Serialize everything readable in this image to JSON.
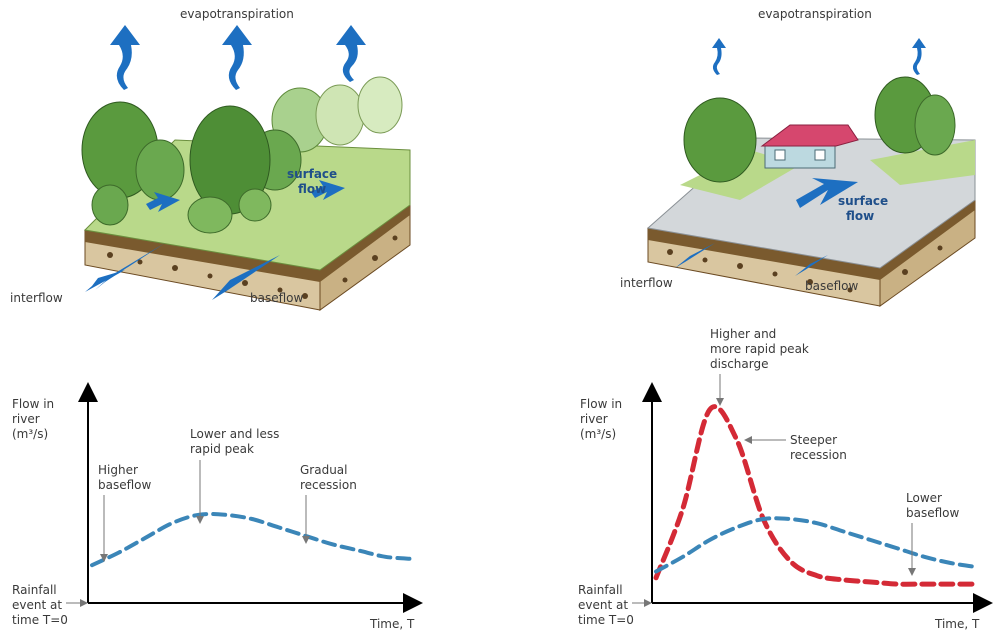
{
  "colors": {
    "water_arrow": "#1d6fc1",
    "tree_dark": "#3d7a2e",
    "tree_mid": "#6aa84f",
    "tree_light": "#a9d18e",
    "grass": "#b9d98a",
    "soil_top": "#7a5a2e",
    "soil_layer": "#d9c6a0",
    "paved": "#d3d7da",
    "roof": "#d6476e",
    "forest_curve": "#3b86b8",
    "urban_curve": "#d42a36",
    "axis": "#000000"
  },
  "top_left": {
    "evapo_label": "evapotranspiration",
    "surface_label_1": "surface",
    "surface_label_2": "flow",
    "interflow_label": "interflow",
    "baseflow_label": "baseflow"
  },
  "top_right": {
    "evapo_label": "evapotranspiration",
    "surface_label_1": "surface",
    "surface_label_2": "flow",
    "interflow_label": "interflow",
    "baseflow_label": "baseflow"
  },
  "chart_left": {
    "y_label_1": "Flow in",
    "y_label_2": "river",
    "y_label_3": "(m³/s)",
    "x_label": "Time, T",
    "origin_label_1": "Rainfall",
    "origin_label_2": "event at",
    "origin_label_3": "time T=0",
    "ann_baseflow_1": "Higher",
    "ann_baseflow_2": "baseflow",
    "ann_peak_1": "Lower and less",
    "ann_peak_2": "rapid peak",
    "ann_recession_1": "Gradual",
    "ann_recession_2": "recession"
  },
  "chart_right": {
    "y_label_1": "Flow in",
    "y_label_2": "river",
    "y_label_3": "(m³/s)",
    "x_label": "Time, T",
    "origin_label_1": "Rainfall",
    "origin_label_2": "event at",
    "origin_label_3": "time T=0",
    "ann_peak_1": "Higher and",
    "ann_peak_2": "more rapid peak",
    "ann_peak_3": "discharge",
    "ann_recession_1": "Steeper",
    "ann_recession_2": "recession",
    "ann_baseflow_1": "Lower",
    "ann_baseflow_2": "baseflow"
  },
  "chart_data": [
    {
      "type": "line",
      "x": [
        0,
        1,
        2,
        3,
        4,
        5,
        6,
        7,
        8,
        9,
        10,
        11,
        12
      ],
      "series": [
        {
          "values": [
            0.18,
            0.24,
            0.31,
            0.38,
            0.42,
            0.42,
            0.4,
            0.36,
            0.32,
            0.28,
            0.25,
            0.22,
            0.21
          ]
        }
      ],
      "xlabel": "Time, T",
      "ylabel": "Flow in river (m³/s)",
      "ylim": [
        0,
        1
      ]
    },
    {
      "type": "line",
      "x": [
        0,
        1,
        2,
        3,
        4,
        5,
        6,
        7,
        8,
        9,
        10,
        11,
        12
      ],
      "series": [
        {
          "values": [
            0.12,
            0.45,
            0.92,
            0.78,
            0.4,
            0.2,
            0.13,
            0.11,
            0.1,
            0.09,
            0.09,
            0.09,
            0.09
          ]
        },
        {
          "values": [
            0.15,
            0.22,
            0.3,
            0.36,
            0.4,
            0.4,
            0.38,
            0.34,
            0.3,
            0.26,
            0.22,
            0.19,
            0.17
          ]
        }
      ],
      "xlabel": "Time, T",
      "ylabel": "Flow in river (m³/s)",
      "ylim": [
        0,
        1
      ]
    }
  ]
}
